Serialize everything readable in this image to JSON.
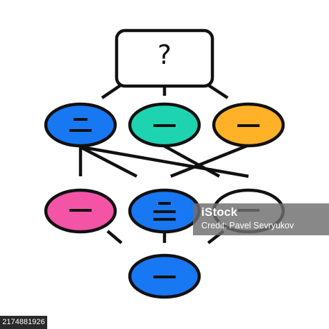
{
  "diagram": {
    "question_symbol": "?",
    "stroke_color": "#111111",
    "nodes": [
      {
        "id": "top-blue",
        "color": "#1877f2"
      },
      {
        "id": "top-teal",
        "color": "#1ed4b0"
      },
      {
        "id": "top-orange",
        "color": "#ffb228"
      },
      {
        "id": "mid-pink",
        "color": "#f354a6"
      },
      {
        "id": "mid-blue",
        "color": "#1877f2"
      },
      {
        "id": "mid-white",
        "color": "#ffffff"
      },
      {
        "id": "bottom-blue",
        "color": "#1877f2"
      }
    ]
  },
  "watermark": {
    "logo_text": "iStock",
    "credit_text": "Credit: Pavel Sevryukov"
  },
  "stock_id": "2174881926"
}
